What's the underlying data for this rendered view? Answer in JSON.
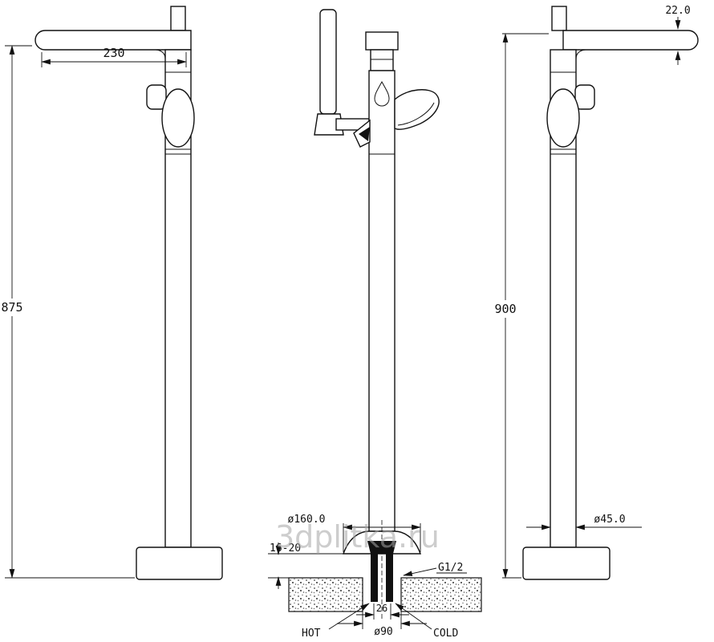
{
  "drawing": {
    "watermark": "3dplitka.ru",
    "views": {
      "left": {
        "height_dim": "875",
        "spout_reach_dim": "230"
      },
      "front": {
        "flange_dia_dim": "ø160.0",
        "floor_gap_dim": "16-20",
        "thread_label": "G1/2",
        "pipe_spacing_dim": "26",
        "hole_dia_dim": "ø90",
        "hot_label": "HOT",
        "cold_label": "COLD"
      },
      "right": {
        "height_dim": "900",
        "spout_thickness_dim": "22.0",
        "column_dia_dim": "ø45.0"
      }
    }
  }
}
